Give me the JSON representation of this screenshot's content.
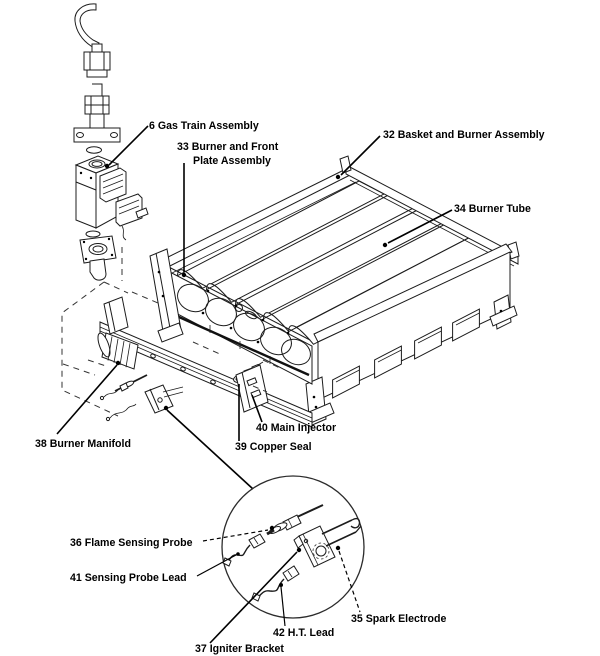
{
  "figure": {
    "background": "#ffffff",
    "line_color": "#1c1c1c",
    "text_color": "#000000",
    "description_style": "exploded-parts line diagram"
  },
  "callouts": {
    "c6": "6 Gas Train Assembly",
    "c33_line1": "33 Burner and Front",
    "c33_line2": "Plate Assembly",
    "c32": "32 Basket and Burner Assembly",
    "c34": "34 Burner Tube",
    "c38": "38 Burner Manifold",
    "c40": "40 Main Injector",
    "c39": "39 Copper Seal",
    "c36": "36 Flame Sensing Probe",
    "c41": "41 Sensing Probe Lead",
    "c37": "37 Igniter Bracket",
    "c42": "42 H.T. Lead",
    "c35": "35 Spark Electrode"
  }
}
